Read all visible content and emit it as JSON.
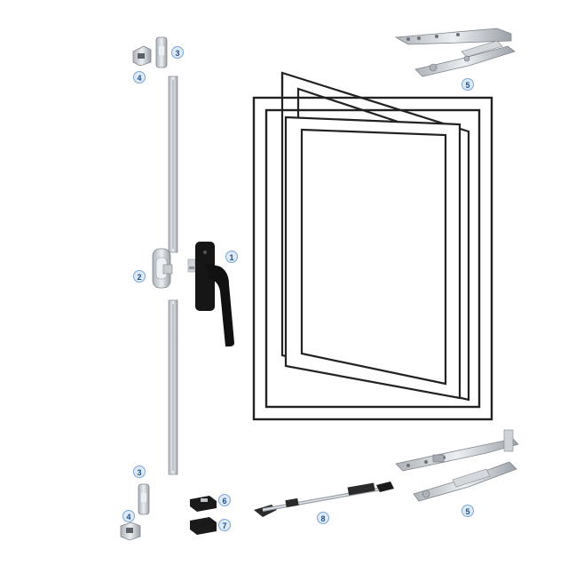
{
  "callouts": {
    "handle": "1",
    "center_keep": "2",
    "top_corner_drive": "3",
    "top_corner_keep": "4",
    "top_stay": "5",
    "bottom_corner_drive": "3",
    "bottom_corner_keep": "4",
    "keep_a": "6",
    "keep_b": "7",
    "locking_bar": "8",
    "bottom_stay": "5"
  },
  "colors": {
    "outline": "#222222",
    "metal": "#c9cdd2",
    "metal_dark": "#8e949b",
    "handle": "#111111",
    "badge_fill": "#dfeaf6",
    "badge_border": "#7aa6d6",
    "badge_text": "#1e4f8f"
  }
}
